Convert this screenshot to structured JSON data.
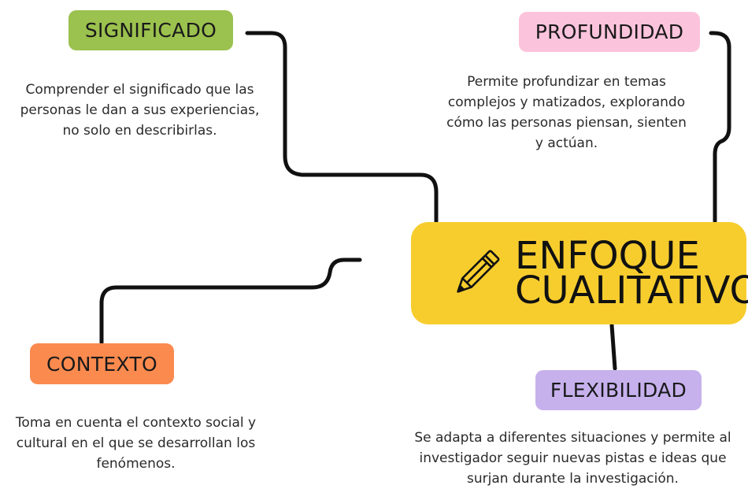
{
  "center": {
    "line1": "ENFOQUE",
    "line2": "CUALITATIVO",
    "icon": "pencil-icon",
    "color": "#F7CD2E"
  },
  "branches": {
    "significado": {
      "label": "SIGNIFICADO",
      "color": "#9BC14E",
      "description": [
        "Comprender el significado que las",
        "personas le dan a sus experiencias,",
        "no solo en describirlas."
      ]
    },
    "profundidad": {
      "label": "PROFUNDIDAD",
      "color": "#FCC4DC",
      "description": [
        "Permite profundizar en temas",
        "complejos y matizados, explorando",
        "cómo las personas piensan, sienten",
        "y actúan."
      ]
    },
    "contexto": {
      "label": "CONTEXTO",
      "color": "#FB8A4F",
      "description": [
        "Toma en cuenta el contexto social y",
        "cultural en el que se desarrollan los",
        "fenómenos."
      ]
    },
    "flexibilidad": {
      "label": "FLEXIBILIDAD",
      "color": "#C6B1ED",
      "description": [
        "Se adapta a diferentes situaciones y permite al",
        "investigador seguir nuevas pistas e ideas que",
        "surjan durante la investigación."
      ]
    }
  }
}
